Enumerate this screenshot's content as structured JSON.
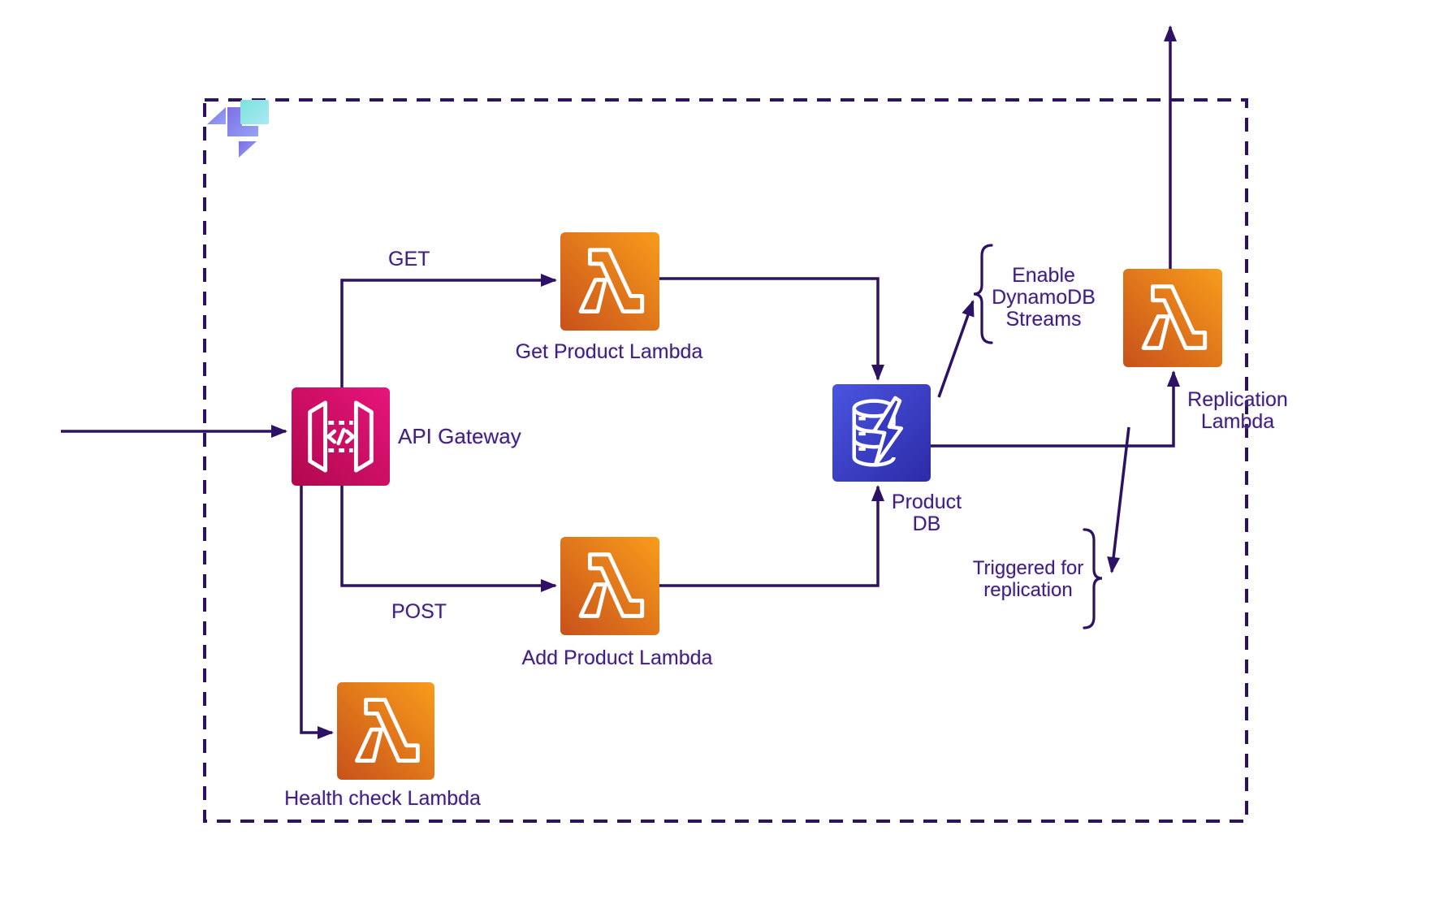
{
  "diagram": {
    "nodes": [
      {
        "id": "api-gateway",
        "label": "API Gateway",
        "icon": "api-gateway-icon"
      },
      {
        "id": "get-product-lambda",
        "label": "Get Product Lambda",
        "icon": "lambda-icon"
      },
      {
        "id": "add-product-lambda",
        "label": "Add Product Lambda",
        "icon": "lambda-icon"
      },
      {
        "id": "health-check-lambda",
        "label": "Health check Lambda",
        "icon": "lambda-icon"
      },
      {
        "id": "product-db",
        "label": "Product DB",
        "icon": "dynamodb-icon"
      },
      {
        "id": "replication-lambda",
        "label": "Replication Lambda",
        "icon": "lambda-icon"
      }
    ],
    "edge_labels": {
      "get": "GET",
      "post": "POST"
    },
    "annotations": [
      {
        "id": "enable-dynamodb-streams",
        "text": "Enable DynamoDB Streams"
      },
      {
        "id": "triggered-for-replication",
        "text": "Triggered for replication"
      }
    ],
    "colors": {
      "line": "#2d1164",
      "text": "#3f2177",
      "lambda_gradient_start": "#c8511b",
      "lambda_gradient_end": "#f89c1b",
      "apigw_gradient_start": "#b0084d",
      "apigw_gradient_end": "#e7157b",
      "dynamo_gradient_start": "#4a55e0",
      "dynamo_gradient_end": "#2c2ba8",
      "logo_purple": "#8981e9",
      "logo_teal": "#87e4e4"
    }
  }
}
